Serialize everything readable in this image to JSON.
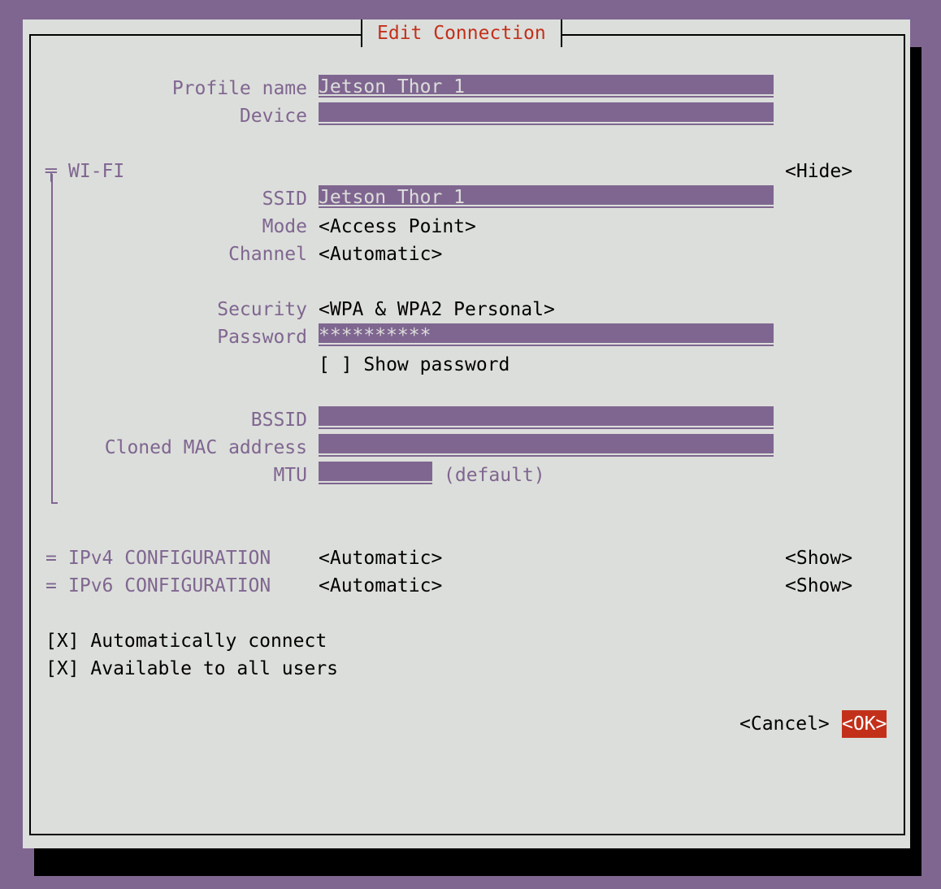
{
  "dialog": {
    "title": "Edit Connection"
  },
  "profile": {
    "name_label": "Profile name",
    "name_value": "Jetson Thor 1",
    "device_label": "Device",
    "device_value": ""
  },
  "wifi": {
    "header_marker": "╤",
    "header_label": "WI-FI",
    "hide_button": "<Hide>",
    "ssid_label": "SSID",
    "ssid_value": "Jetson Thor 1",
    "mode_label": "Mode",
    "mode_value": "<Access Point>",
    "channel_label": "Channel",
    "channel_value": "<Automatic>",
    "security_label": "Security",
    "security_value": "<WPA & WPA2 Personal>",
    "password_label": "Password",
    "password_value": "**********",
    "show_password": "[ ] Show password",
    "bssid_label": "BSSID",
    "bssid_value": "",
    "mac_label": "Cloned MAC address",
    "mac_value": "",
    "mtu_label": "MTU",
    "mtu_value": "",
    "mtu_default": "(default)"
  },
  "ipv4": {
    "marker": "=",
    "label": "IPv4 CONFIGURATION",
    "value": "<Automatic>",
    "show_button": "<Show>"
  },
  "ipv6": {
    "marker": "=",
    "label": "IPv6 CONFIGURATION",
    "value": "<Automatic>",
    "show_button": "<Show>"
  },
  "options": {
    "auto_connect": "[X] Automatically connect",
    "all_users": "[X] Available to all users"
  },
  "buttons": {
    "cancel": "<Cancel>",
    "ok": "<OK>"
  },
  "colors": {
    "accent": "#c3301a",
    "field_bg": "#7f6690",
    "dialog_bg": "#dcdedb"
  }
}
